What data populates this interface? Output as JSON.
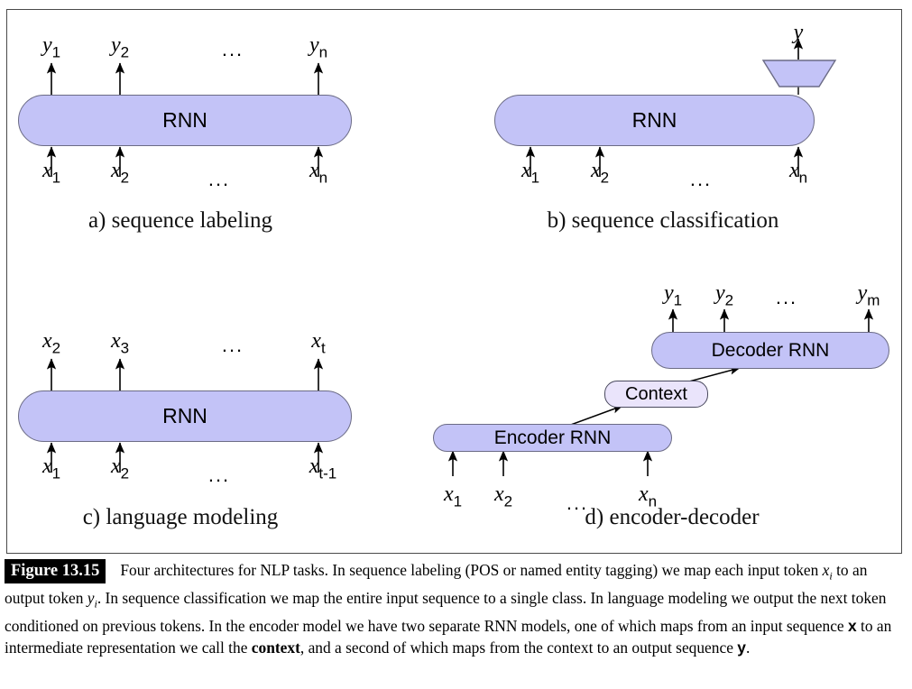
{
  "figure": {
    "badge": "Figure 13.15",
    "caption_parts": {
      "p1": "Four architectures for NLP tasks. In sequence labeling (POS or named entity tagging) we map each input token ",
      "xi": "x",
      "xi_sub": "i",
      "p2": " to an output token ",
      "yi": "y",
      "yi_sub": "i",
      "p3": ". In sequence classification we map the entire input sequence to a single class. In language modeling we output the next token conditioned on previous tokens. In the encoder model we have two separate RNN models, one of which maps from an input sequence ",
      "bold_x": "x",
      "p4": " to an intermediate representation we call the ",
      "bold_context": "context",
      "p5": ", and a second of which maps from the context to an output sequence ",
      "bold_y": "y",
      "p6": "."
    }
  },
  "colors": {
    "rnn_fill": "#c3c3f7",
    "rnn_stroke": "#6b6b85",
    "context_fill": "#eae4fb",
    "context_stroke": "#4a4a5e",
    "frame_stroke": "#4a4a4a",
    "arrow": "#000000",
    "badge_bg": "#000000",
    "badge_fg": "#ffffff"
  },
  "panels": {
    "a": {
      "label": "a) sequence labeling",
      "box_text": "RNN",
      "outputs": [
        {
          "base": "y",
          "sub": "1"
        },
        {
          "base": "y",
          "sub": "2"
        },
        {
          "base": "",
          "sub": "",
          "ellipsis": "..."
        },
        {
          "base": "y",
          "sub": "n"
        }
      ],
      "inputs": [
        {
          "base": "x",
          "sub": "1"
        },
        {
          "base": "x",
          "sub": "2"
        },
        {
          "base": "",
          "sub": "",
          "ellipsis": "..."
        },
        {
          "base": "x",
          "sub": "n"
        }
      ]
    },
    "b": {
      "label": "b) sequence classification",
      "box_text": "RNN",
      "outputs": [
        {
          "base": "y",
          "sub": ""
        }
      ],
      "inputs": [
        {
          "base": "x",
          "sub": "1"
        },
        {
          "base": "x",
          "sub": "2"
        },
        {
          "base": "",
          "sub": "",
          "ellipsis": "..."
        },
        {
          "base": "x",
          "sub": "n"
        }
      ],
      "classifier_shape": "trapezoid"
    },
    "c": {
      "label": "c) language modeling",
      "box_text": "RNN",
      "outputs": [
        {
          "base": "x",
          "sub": "2"
        },
        {
          "base": "x",
          "sub": "3"
        },
        {
          "base": "",
          "sub": "",
          "ellipsis": "..."
        },
        {
          "base": "x",
          "sub": "t"
        }
      ],
      "inputs": [
        {
          "base": "x",
          "sub": "1"
        },
        {
          "base": "x",
          "sub": "2"
        },
        {
          "base": "",
          "sub": "",
          "ellipsis": "..."
        },
        {
          "base": "x",
          "sub": "t-1"
        }
      ]
    },
    "d": {
      "label": "d) encoder-decoder",
      "encoder_text": "Encoder RNN",
      "context_text": "Context",
      "decoder_text": "Decoder RNN",
      "outputs": [
        {
          "base": "y",
          "sub": "1"
        },
        {
          "base": "y",
          "sub": "2"
        },
        {
          "base": "",
          "sub": "",
          "ellipsis": "..."
        },
        {
          "base": "y",
          "sub": "m"
        }
      ],
      "inputs": [
        {
          "base": "x",
          "sub": "1"
        },
        {
          "base": "x",
          "sub": "2"
        },
        {
          "base": "",
          "sub": "",
          "ellipsis": "..."
        },
        {
          "base": "x",
          "sub": "n"
        }
      ]
    }
  }
}
